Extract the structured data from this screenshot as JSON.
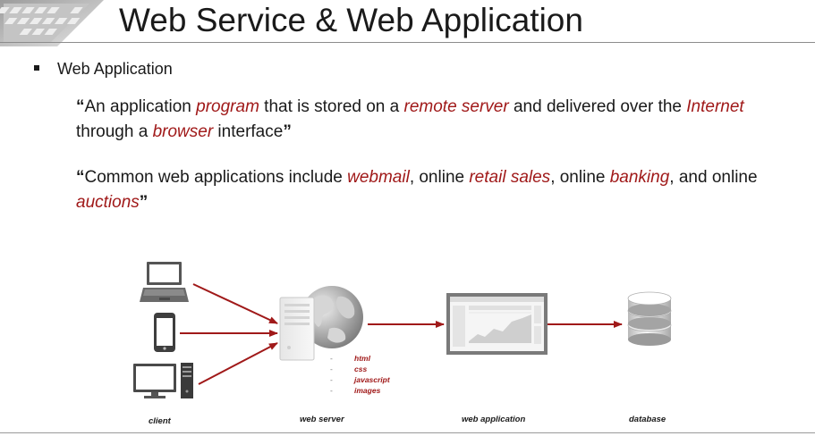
{
  "slide": {
    "title": "Web Service & Web Application",
    "bullet": "Web Application"
  },
  "quote1": {
    "open": "“",
    "t1": "An application ",
    "e1": "program",
    "t2": " that is stored on a ",
    "e2": "remote server",
    "t3": " and delivered over the ",
    "e3": "Internet",
    "t4": " through a ",
    "e4": "browser",
    "t5": " interface",
    "close": "”"
  },
  "quote2": {
    "open": "“",
    "t1": "Common web applications include ",
    "e1": "webmail",
    "t2": ", online ",
    "e2": "retail sales",
    "t3": ", online ",
    "e3": "banking",
    "t4": ", and online ",
    "e4": "auctions",
    "close": "”"
  },
  "diagram": {
    "captions": {
      "client": "client",
      "web_server": "web server",
      "web_application": "web application",
      "database": "database"
    },
    "files": [
      {
        "dash": "-",
        "name": "html"
      },
      {
        "dash": "-",
        "name": "css"
      },
      {
        "dash": "-",
        "name": "javascript"
      },
      {
        "dash": "-",
        "name": "images"
      }
    ],
    "icons": [
      "laptop-icon",
      "smartphone-icon",
      "desktop-computer-icon",
      "server-tower-icon",
      "globe-icon",
      "browser-window-icon",
      "database-icon"
    ],
    "colors": {
      "arrow": "#a01919",
      "emphasis": "#a01919"
    }
  }
}
